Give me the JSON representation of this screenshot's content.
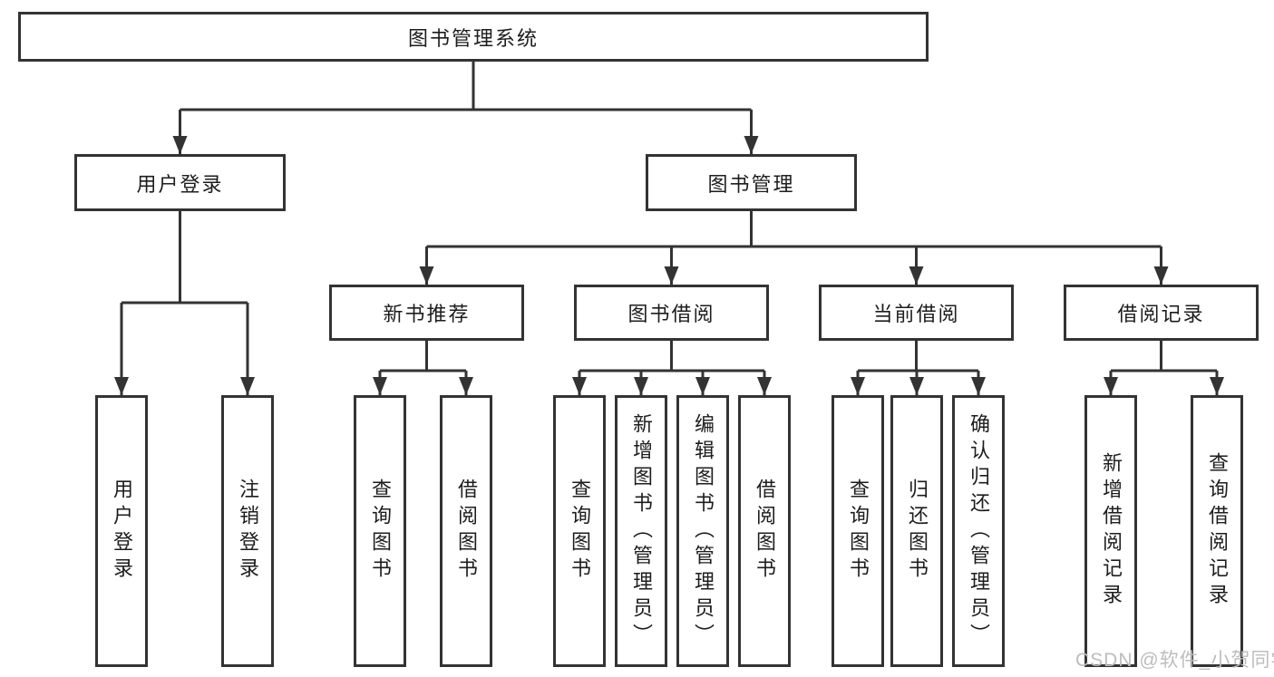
{
  "diagram_title": "图书管理系统",
  "nodes": {
    "root": "图书管理系统",
    "user_login": {
      "label": "用户登录",
      "children": {
        "login": "用户登录",
        "logout": "注销登录"
      }
    },
    "book_management": {
      "label": "图书管理",
      "children": {
        "recommend": {
          "label": "新书推荐",
          "children": {
            "query": "查询图书",
            "borrow": "借阅图书"
          }
        },
        "borrowing": {
          "label": "图书借阅",
          "children": {
            "query": "查询图书",
            "add": "新增图书（管理员）",
            "edit": "编辑图书（管理员）",
            "borrow": "借阅图书"
          }
        },
        "current": {
          "label": "当前借阅",
          "children": {
            "query": "查询图书",
            "return": "归还图书",
            "confirm": "确认归还（管理员）"
          }
        },
        "records": {
          "label": "借阅记录",
          "children": {
            "add": "新增借阅记录",
            "query": "查询借阅记录"
          }
        }
      }
    }
  },
  "watermark": "CSDN @软件_小贺同学",
  "colors": {
    "line": "#333333",
    "text": "#1d1d1d",
    "watermark": "#bdbdbd",
    "background": "#ffffff"
  }
}
